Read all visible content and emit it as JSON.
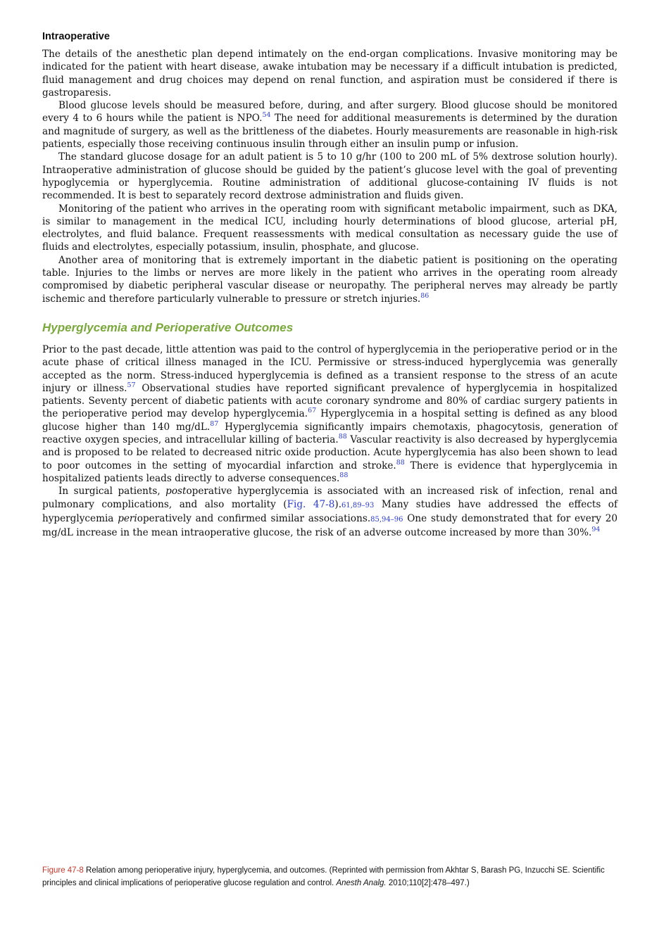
{
  "section_heading": "Intraoperative",
  "intraop": {
    "p1": "The details of the anesthetic plan depend intimately on the end-organ complications. Invasive monitoring may be indicated for the patient with heart disease, awake intubation may be necessary if a difficult intubation is predicted, fluid management and drug choices may depend on renal function, and aspiration must be considered if there is gastroparesis.",
    "p2a": "Blood glucose levels should be measured before, during, and after surgery. Blood glucose should be monitored every 4 to 6 hours while the patient is NPO.",
    "p2_ref": "54",
    "p2b": " The need for additional measurements is determined by the duration and magnitude of surgery, as well as the brittleness of the diabetes. Hourly measurements are reasonable in high-risk patients, especially those receiving continuous insulin through either an insulin pump or infusion.",
    "p3": "The standard glucose dosage for an adult patient is 5 to 10 g/hr (100 to 200 mL of 5% dextrose solution hourly). Intraoperative administration of glucose should be guided by the patient’s glucose level with the goal of preventing hypoglycemia or hyperglycemia. Routine administration of additional glucose-containing IV fluids is not recommended. It is best to separately record dextrose administration and fluids given.",
    "p4": "Monitoring of the patient who arrives in the operating room with significant metabolic impairment, such as DKA, is similar to management in the medical ICU, including hourly determinations of blood glucose, arterial pH, electrolytes, and fluid balance. Frequent reassessments with medical consultation as necessary guide the use of fluids and electrolytes, especially potassium, insulin, phosphate, and glucose.",
    "p5": "Another area of monitoring that is extremely important in the diabetic patient is positioning on the operating table. Injuries to the limbs or nerves are more likely in the patient who arrives in the operating room already compromised by diabetic peripheral vascular disease or neuropathy. The peripheral nerves may already be partly ischemic and therefore particularly vulnerable to pressure or stretch injuries.",
    "p5_ref": "86"
  },
  "subheading": "Hyperglycemia and Perioperative Outcomes",
  "hyper": {
    "p1a": "Prior to the past decade, little attention was paid to the control of hyperglycemia in the perioperative period or in the acute phase of critical illness managed in the ICU. Permissive or stress-induced hyperglycemia was generally accepted as the norm. Stress-induced hyperglycemia is defined as a transient response to the stress of an acute injury or illness.",
    "p1_ref1": "57",
    "p1b": " Observational studies have reported significant prevalence of hyperglycemia in hospitalized patients. Seventy percent of diabetic patients with acute coronary syndrome and 80% of cardiac surgery patients in the perioperative period may develop hyperglycemia.",
    "p1_ref2": "67",
    "p1c": " Hyperglycemia in a hospital setting is defined as any blood glucose higher than 140 mg/dL.",
    "p1_ref3": "87",
    "p1d": " Hyperglycemia significantly impairs chemotaxis, phagocytosis, generation of reactive oxygen species, and intracellular killing of bacteria.",
    "p1_ref4": "88",
    "p1e": " Vascular reactivity is also decreased by hyperglycemia and is proposed to be related to decreased nitric oxide production. Acute hyperglycemia has also been shown to lead to poor outcomes in the setting of myocardial infarction and stroke.",
    "p1_ref5": "88",
    "p1f": " There is evidence that hyperglycemia in hospitalized patients leads directly to adverse consequences.",
    "p1_ref6": "88",
    "p2a": "In surgical patients, ",
    "p2_post": "post",
    "p2b": "operative hyperglycemia is associated with an increased risk of infection, renal and pulmonary complications, and also mortality (",
    "p2_fig": "Fig. 47-8",
    "p2c": ").",
    "p2_refs1": "61,89–93",
    "p2d": " Many studies have addressed the effects of hyperglycemia ",
    "p2_peri": "peri",
    "p2e": "operatively and confirmed similar associations.",
    "p2_refs2": "85,94–96",
    "p2f": " One study demonstrated that for every 20 mg/dL increase in the mean intraoperative glucose, the risk of an adverse outcome increased by more than 30%.",
    "p2_ref3": "94"
  },
  "caption": {
    "label": "Figure 47-8",
    "text_a": " Relation among perioperative injury, hyperglycemia, and outcomes. (Reprinted with permission from Akhtar S, Barash PG, Inzucchi SE. Scientific principles and clinical implications of perioperative glucose regulation and control. ",
    "journal": "Anesth Analg.",
    "text_b": " 2010;110[2]:478–497.)"
  },
  "colors": {
    "subheading": "#7aa83a",
    "reference_link": "#2a3ad6",
    "figure_label": "#c8372b"
  }
}
